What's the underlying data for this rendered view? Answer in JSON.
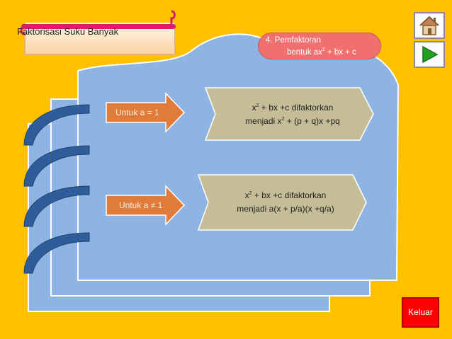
{
  "title": "Faktorisasi Suku Banyak",
  "subtitle": {
    "prefix": "4. Pemfaktoran",
    "line2_prefix": "bentuk ax",
    "exp": "2",
    "line2_suffix": " + bx + c"
  },
  "case_1": {
    "label": "Untuk a = 1",
    "line1_a": "x",
    "line1_exp": "2",
    "line1_b": " + bx +c difaktorkan",
    "line2_a": "menjadi x",
    "line2_exp": "2",
    "line2_b": " + (p + q)x +pq"
  },
  "case_2": {
    "label": "Untuk a ≠ 1",
    "line1_a": "x",
    "line1_exp": "2",
    "line1_b": " + bx +c difaktorkan",
    "line2": "menjadi a(x + p/a)(x +q/a)"
  },
  "buttons": {
    "exit_label": "Keluar",
    "home_icon": "home-icon",
    "next_icon": "play-next-icon"
  },
  "colors": {
    "background": "#FFC000",
    "page": "#8DB4E2",
    "orange_arrow": "#E07B39",
    "hex_box": "#C4BD97",
    "pill": "#F07070",
    "exit": "#FF0000",
    "ring": "#2E5D99"
  }
}
